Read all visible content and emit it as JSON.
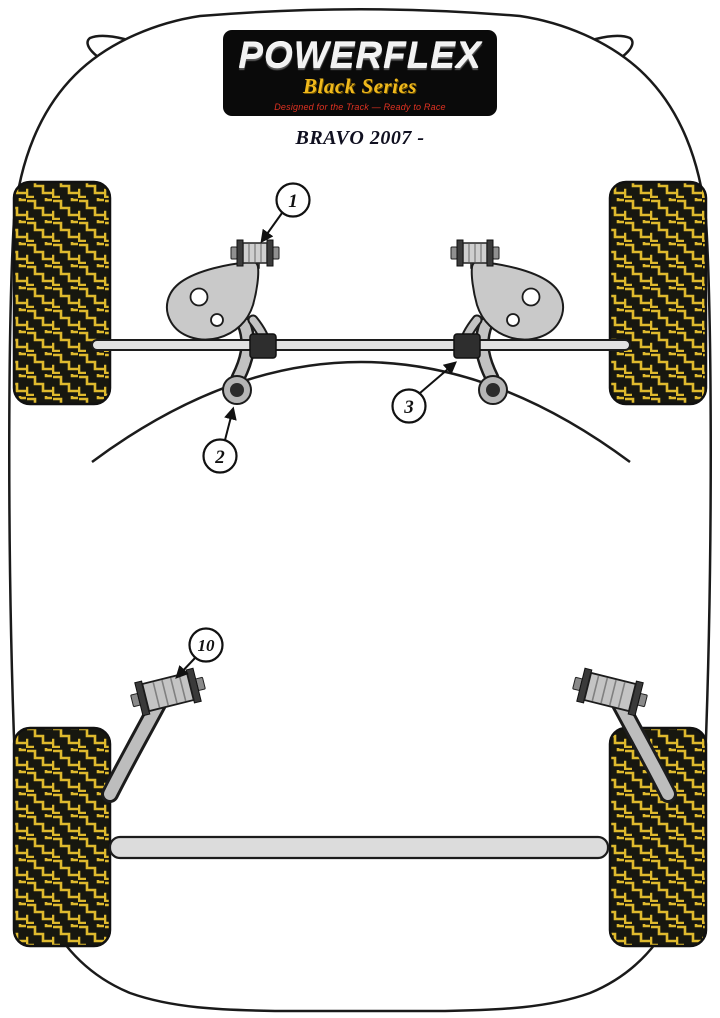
{
  "logo": {
    "brand": "POWERFLEX",
    "series": "Black Series",
    "tagline": "Designed for the Track — Ready to Race"
  },
  "model_title": "BRAVO 2007 -",
  "callouts": {
    "c1": "1",
    "c2": "2",
    "c3": "3",
    "c10": "10"
  },
  "colors": {
    "body_outline": "#1a1a1a",
    "tire_black": "#17170f",
    "tread_yellow": "#dfba2e",
    "series_gold": "#f0b91c",
    "tagline_red": "#e03222",
    "metal_gray": "#c9c9c9",
    "bushing_dark": "#2e2e2e"
  }
}
